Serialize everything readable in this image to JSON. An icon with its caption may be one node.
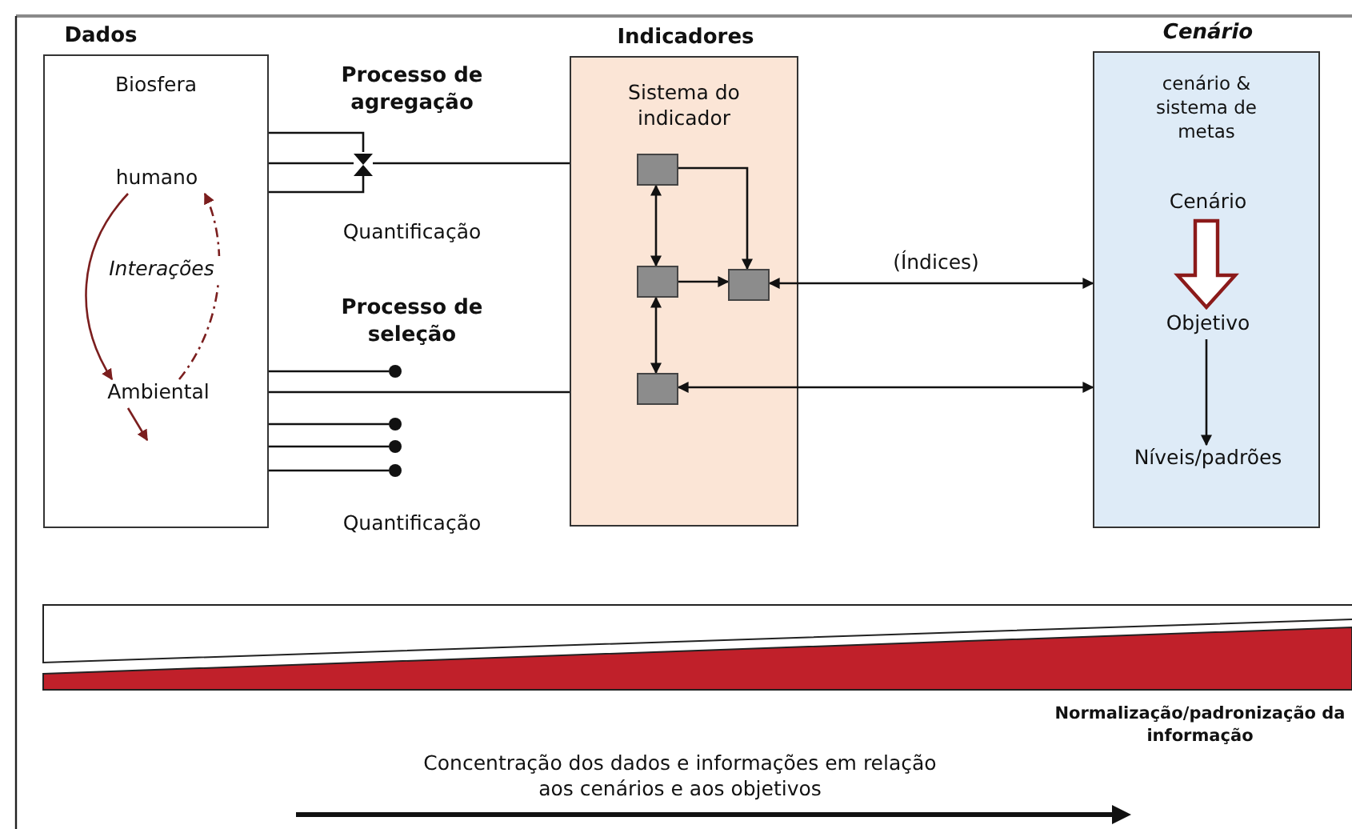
{
  "diagram": {
    "nodes": [
      {
        "text": [
          "Dados",
          "Biosfera"
        ]
      },
      {
        "text": [
          "humano"
        ],
        "in": 0
      },
      {
        "text": [
          "Ambiental"
        ],
        "in": 0
      },
      {
        "text": [],
        "shape": "valve"
      },
      {
        "text": [],
        "shape": "circle"
      },
      {
        "text": [],
        "shape": "circle"
      },
      {
        "text": [],
        "shape": "circle"
      },
      {
        "text": [],
        "shape": "circle"
      },
      {
        "text": [
          "Indicadores",
          "Sistema do indicador"
        ]
      },
      {
        "text": [],
        "shape": "box",
        "in": 8
      },
      {
        "text": [],
        "shape": "box",
        "in": 8
      },
      {
        "text": [],
        "shape": "box",
        "in": 8
      },
      {
        "text": [],
        "shape": "box",
        "in": 8
      },
      {
        "text": [
          "Cenário",
          "cenário & sistema de metas"
        ]
      },
      {
        "text": [
          "Cenário"
        ],
        "in": 13
      },
      {
        "text": [
          "Objetivo"
        ],
        "in": 13
      },
      {
        "text": [
          "Níveis/padrões"
        ],
        "in": 13
      }
    ],
    "edges": [
      {
        "from": 0,
        "to": 3,
        "arrow": "none"
      },
      {
        "from": 0,
        "to": 3,
        "arrow": "none"
      },
      {
        "from": 0,
        "to": 3,
        "arrow": "none"
      },
      {
        "from": 3,
        "to": 8,
        "arrow": "none"
      },
      {
        "from": 0,
        "to": 4,
        "arrow": "none"
      },
      {
        "from": 0,
        "to": 8,
        "arrow": "none"
      },
      {
        "from": 0,
        "to": 5,
        "arrow": "none"
      },
      {
        "from": 0,
        "to": 6,
        "arrow": "none"
      },
      {
        "from": 0,
        "to": 7,
        "arrow": "none"
      },
      {
        "from": 9,
        "to": 10,
        "arrow": "both"
      },
      {
        "from": 9,
        "to": 11,
        "arrow": "to"
      },
      {
        "from": 10,
        "to": 11,
        "arrow": "to"
      },
      {
        "from": 10,
        "to": 12,
        "arrow": "both"
      },
      {
        "from": 11,
        "to": 13,
        "arrow": "both",
        "label": "(Índices)"
      },
      {
        "from": 12,
        "to": 13,
        "arrow": "both"
      },
      {
        "from": 1,
        "to": 2,
        "arrow": "to",
        "label": "Interações",
        "color": "#7b1e1e"
      },
      {
        "from": 2,
        "to": 1,
        "arrow": "to",
        "style": "dashed",
        "color": "#7b1e1e"
      },
      {
        "from": 2,
        "to": null,
        "arrow": "to",
        "color": "#7b1e1e"
      },
      {
        "from": 14,
        "to": 15,
        "arrow": "to",
        "style": "thick",
        "color": "#8b1a1a"
      },
      {
        "from": 15,
        "to": 16,
        "arrow": "to"
      }
    ],
    "labels": [
      "Processo de agregação",
      "Quantificação",
      "Processo de seleção",
      "Quantificação",
      "Normalização/padronização da informação",
      "Concentração dos dados e informações em relação aos cenários e aos objetivos"
    ]
  }
}
